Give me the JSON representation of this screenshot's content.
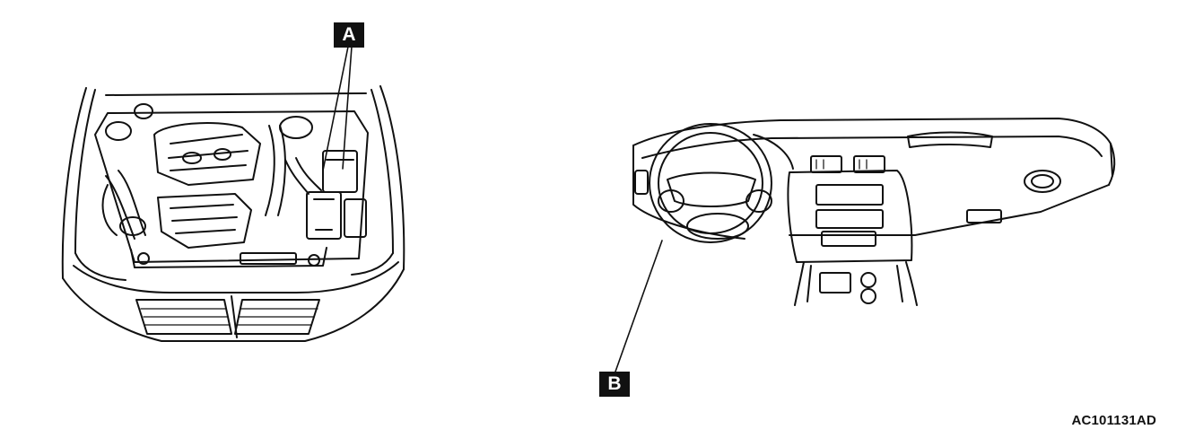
{
  "callouts": {
    "a": "A",
    "b": "B"
  },
  "figure_code": "AC101131AD",
  "colors": {
    "line": "#111111",
    "background": "#ffffff",
    "callout_bg": "#111111",
    "callout_text": "#ffffff"
  }
}
